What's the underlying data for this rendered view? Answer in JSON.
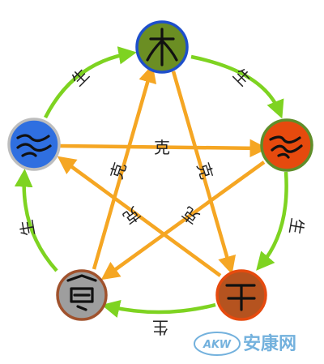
{
  "diagram": {
    "elements": [
      {
        "id": "wood",
        "glyph": "wood-seal-glyph",
        "fill": "#6B8E23"
      },
      {
        "id": "fire",
        "glyph": "fire-seal-glyph",
        "fill": "#E64A0E"
      },
      {
        "id": "earth",
        "glyph": "earth-seal-glyph",
        "fill": "#B5531F"
      },
      {
        "id": "metal",
        "glyph": "metal-seal-glyph",
        "fill": "#9E9E9E"
      },
      {
        "id": "water",
        "glyph": "water-seal-glyph",
        "fill": "#2F6FE0"
      }
    ],
    "generating_label": "生",
    "controlling_label": "克",
    "generating_color": "#7ED321",
    "controlling_color": "#F5A623"
  },
  "watermark": {
    "logo_text": "AKW",
    "brand_text": "安康网"
  }
}
